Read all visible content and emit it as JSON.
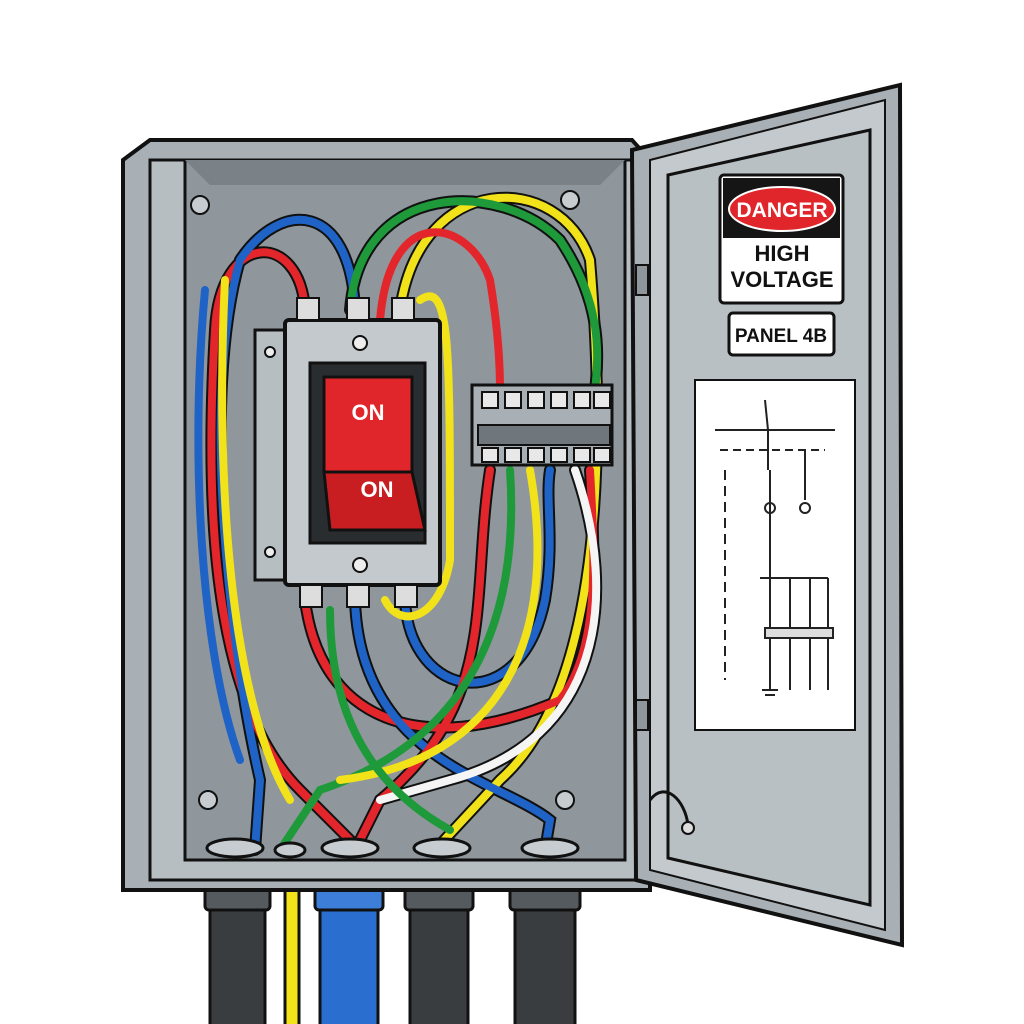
{
  "door": {
    "danger_label": "DANGER",
    "warning_line1": "HIGH",
    "warning_line2": "VOLTAGE",
    "panel_label": "PANEL 4B"
  },
  "breaker": {
    "switch_top_label": "ON",
    "switch_bottom_label": "ON"
  },
  "colors": {
    "enclosure": "#a9b0b5",
    "interior": "#8f979c",
    "door_panel": "#b9c0c4",
    "switch_red": "#e0262a",
    "wire_red": "#e3262b",
    "wire_blue": "#1f63c7",
    "wire_yellow": "#f2e21a",
    "wire_green": "#1f9a3a",
    "wire_white": "#f5f5f5",
    "conduit_dark": "#3a3d40",
    "conduit_blue": "#2a6fd0"
  }
}
